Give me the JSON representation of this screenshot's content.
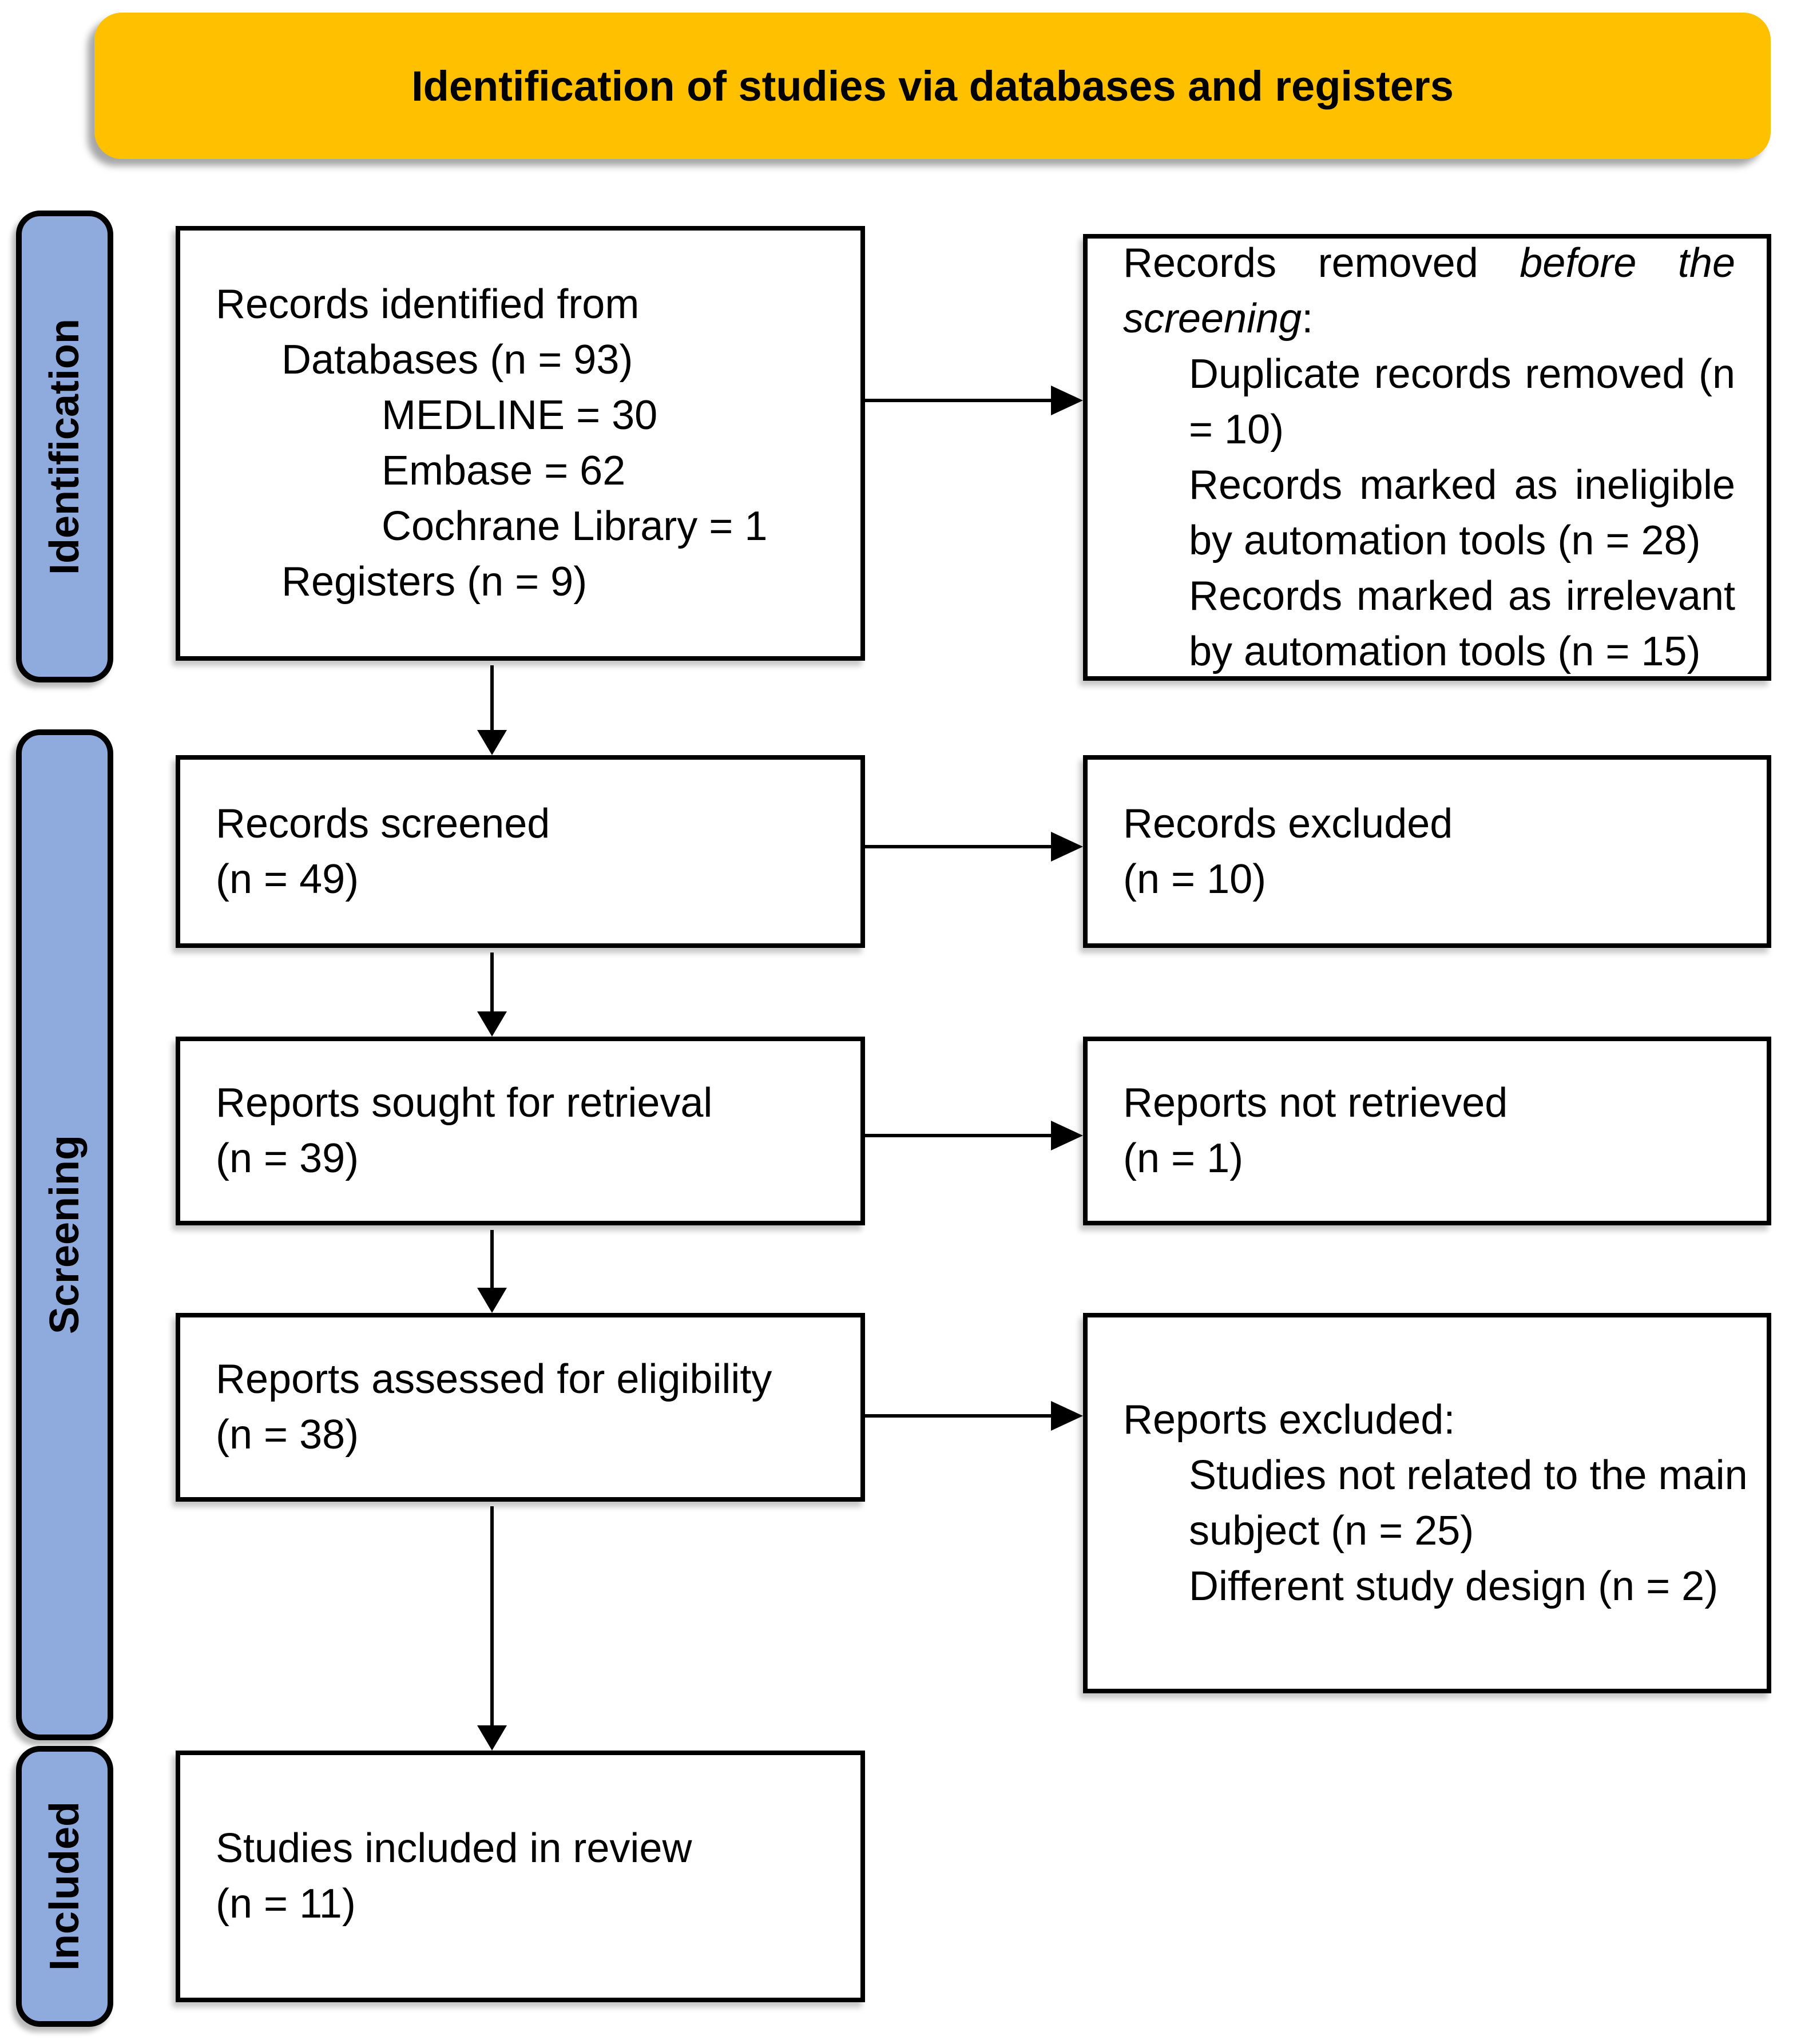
{
  "banner": {
    "title": "Identification of studies via databases and registers"
  },
  "sidebar": [
    {
      "id": "identification",
      "label": "Identification"
    },
    {
      "id": "screening",
      "label": "Screening"
    },
    {
      "id": "included",
      "label": "Included"
    }
  ],
  "colors": {
    "banner_fill": "#FFC000",
    "sidebar_fill": "#8FAADC",
    "box_border": "#000000",
    "text": "#000000",
    "background": "#FFFFFF"
  },
  "boxes": {
    "records_identified": {
      "lines": [
        {
          "seg": [
            {
              "t": "Records identified from"
            }
          ],
          "ind": 0
        },
        {
          "seg": [
            {
              "t": "Databases (n = 93)"
            }
          ],
          "ind": 1
        },
        {
          "seg": [
            {
              "t": "MEDLINE = 30"
            }
          ],
          "ind": 2
        },
        {
          "seg": [
            {
              "t": "Embase = 62"
            }
          ],
          "ind": 2
        },
        {
          "seg": [
            {
              "t": "Cochrane Library = 1"
            }
          ],
          "ind": 2
        },
        {
          "seg": [
            {
              "t": "Registers (n = 9)"
            }
          ],
          "ind": 1
        }
      ]
    },
    "records_removed": {
      "lines": [
        {
          "seg": [
            {
              "t": "Records removed "
            },
            {
              "t": "before the",
              "it": true
            }
          ],
          "ind": 0,
          "stretch": true
        },
        {
          "seg": [
            {
              "t": "screening",
              "it": true
            },
            {
              "t": ":"
            }
          ],
          "ind": 0
        },
        {
          "seg": [
            {
              "t": "Duplicate records removed (n"
            }
          ],
          "ind": 1,
          "stretch": true
        },
        {
          "seg": [
            {
              "t": "= 10)"
            }
          ],
          "ind": 1
        },
        {
          "seg": [
            {
              "t": "Records marked as ineligible"
            }
          ],
          "ind": 1,
          "stretch": true
        },
        {
          "seg": [
            {
              "t": "by automation tools (n = 28)"
            }
          ],
          "ind": 1
        },
        {
          "seg": [
            {
              "t": "Records marked as irrelevant"
            }
          ],
          "ind": 1,
          "stretch": true
        },
        {
          "seg": [
            {
              "t": "by automation tools (n = 15)"
            }
          ],
          "ind": 1
        }
      ]
    },
    "records_screened": {
      "lines": [
        {
          "seg": [
            {
              "t": "Records screened"
            }
          ],
          "ind": 0
        },
        {
          "seg": [
            {
              "t": "(n = 49)"
            }
          ],
          "ind": 0
        }
      ]
    },
    "records_excluded": {
      "lines": [
        {
          "seg": [
            {
              "t": "Records excluded"
            }
          ],
          "ind": 0
        },
        {
          "seg": [
            {
              "t": "(n = 10)"
            }
          ],
          "ind": 0
        }
      ]
    },
    "reports_sought": {
      "lines": [
        {
          "seg": [
            {
              "t": "Reports sought for retrieval"
            }
          ],
          "ind": 0
        },
        {
          "seg": [
            {
              "t": "(n = 39)"
            }
          ],
          "ind": 0
        }
      ]
    },
    "reports_not_retrieved": {
      "lines": [
        {
          "seg": [
            {
              "t": "Reports not retrieved"
            }
          ],
          "ind": 0
        },
        {
          "seg": [
            {
              "t": "(n = 1)"
            }
          ],
          "ind": 0
        }
      ]
    },
    "reports_assessed": {
      "lines": [
        {
          "seg": [
            {
              "t": "Reports assessed for eligibility"
            }
          ],
          "ind": 0
        },
        {
          "seg": [
            {
              "t": "(n = 38)"
            }
          ],
          "ind": 0
        }
      ]
    },
    "reports_excluded": {
      "lines": [
        {
          "seg": [
            {
              "t": "Reports excluded:"
            }
          ],
          "ind": 0
        },
        {
          "seg": [
            {
              "t": "Studies not related to the main"
            }
          ],
          "ind": 1
        },
        {
          "seg": [
            {
              "t": "subject (n = 25)"
            }
          ],
          "ind": 1
        },
        {
          "seg": [
            {
              "t": "Different study design (n = 2)"
            }
          ],
          "ind": 1
        }
      ]
    },
    "studies_included": {
      "lines": [
        {
          "seg": [
            {
              "t": "Studies included in review"
            }
          ],
          "ind": 0
        },
        {
          "seg": [
            {
              "t": "(n = 11)"
            }
          ],
          "ind": 0
        }
      ]
    }
  }
}
